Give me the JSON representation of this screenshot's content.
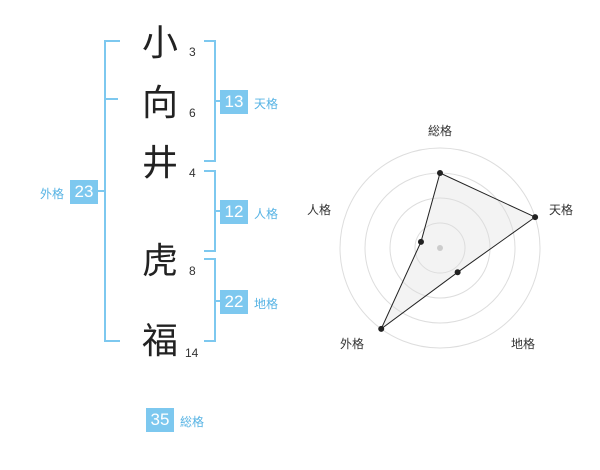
{
  "name": {
    "chars": [
      {
        "char": "小",
        "strokes": "3"
      },
      {
        "char": "向",
        "strokes": "6"
      },
      {
        "char": "井",
        "strokes": "4"
      },
      {
        "char": "虎",
        "strokes": "8"
      },
      {
        "char": "福",
        "strokes": "14"
      }
    ]
  },
  "fortune": {
    "tenkaku": {
      "value": "13",
      "label": "天格"
    },
    "jinkaku": {
      "value": "12",
      "label": "人格"
    },
    "chikaku": {
      "value": "22",
      "label": "地格"
    },
    "gaikaku": {
      "value": "23",
      "label": "外格"
    },
    "soukaku": {
      "value": "35",
      "label": "総格"
    }
  },
  "chart_data": {
    "type": "radar",
    "axes": [
      "総格",
      "天格",
      "地格",
      "外格",
      "人格"
    ],
    "values": [
      0.75,
      1.0,
      0.3,
      1.0,
      0.2
    ],
    "rings": 4
  }
}
